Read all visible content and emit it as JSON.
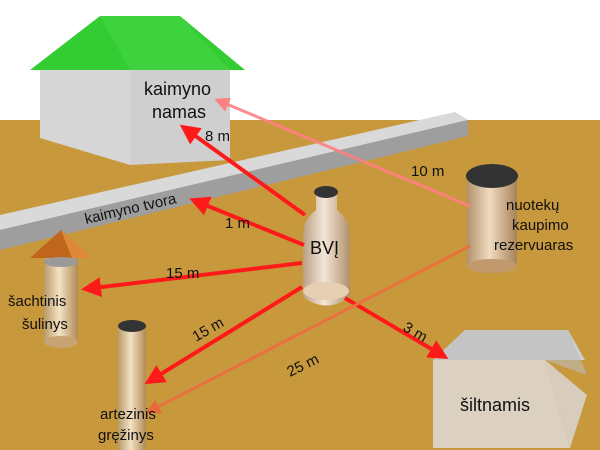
{
  "labels": {
    "house": [
      "kaimyno",
      "namas"
    ],
    "fence": "kaimyno tvora",
    "treatment_plant": "BVĮ",
    "tank": [
      "nuotekų",
      "kaupimo",
      "rezervuaras"
    ],
    "well": [
      "šachtinis",
      "šulinys"
    ],
    "borehole": [
      "artezinis",
      "gręžinys"
    ],
    "greenhouse": "šiltnamis"
  },
  "distances": {
    "to_house": "8 m",
    "to_fence": "1 m",
    "to_well": "15 m",
    "to_borehole": "15 m",
    "to_greenhouse": "3 m",
    "tank_to_house": "10 m",
    "tank_to_borehole": "25 m"
  },
  "colors": {
    "sky": "#ffffff",
    "ground": "#c8983c",
    "roof": "#33cc33",
    "arrow": "#ff1a1a",
    "arrow_tank": "#e86a3a",
    "tank_lid": "#333333"
  }
}
